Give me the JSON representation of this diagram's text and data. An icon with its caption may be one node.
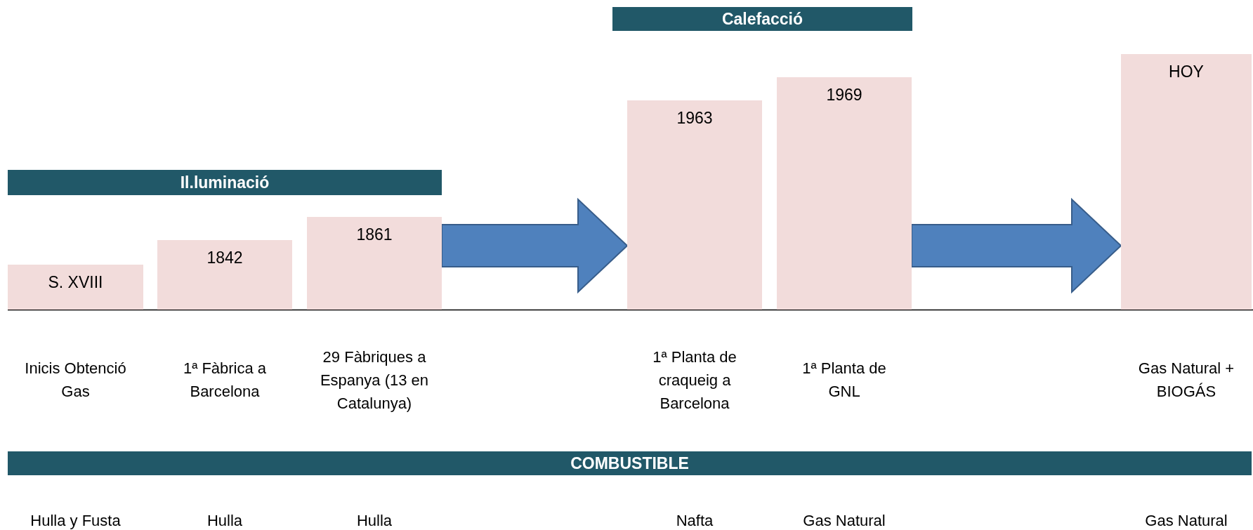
{
  "diagram": {
    "nodes": [
      {
        "text": [
          "Il.luminació"
        ]
      },
      {
        "text": [
          "S. XVIII"
        ],
        "beside": [
          "Inicis Obtenció Gas"
        ]
      },
      {
        "text": [
          "1842"
        ],
        "beside": [
          "1ª Fàbrica a Barcelona"
        ]
      },
      {
        "text": [
          "1861"
        ],
        "beside": [
          "29 Fàbriques a Espanya (13 en Catalunya)"
        ]
      },
      {
        "text": [
          "Calefacció"
        ]
      },
      {
        "text": [
          "1963"
        ],
        "beside": [
          "1ª Planta de craqueig a Barcelona"
        ]
      },
      {
        "text": [
          "1969"
        ],
        "beside": [
          "1ª Planta de GNL"
        ]
      },
      {
        "text": [
          "HOY"
        ],
        "beside": [
          "Gas Natural + BIOGÁS"
        ]
      },
      {
        "text": [
          "COMBUSTIBLE"
        ]
      }
    ],
    "edges": [
      {
        "from": 3,
        "to": 5,
        "arrow": "to"
      },
      {
        "from": 6,
        "to": 7,
        "arrow": "to"
      }
    ],
    "labels": [
      "Hulla y Fusta",
      "Hulla",
      "Hulla",
      "Nafta",
      "Gas Natural",
      "Gas Natural"
    ]
  }
}
